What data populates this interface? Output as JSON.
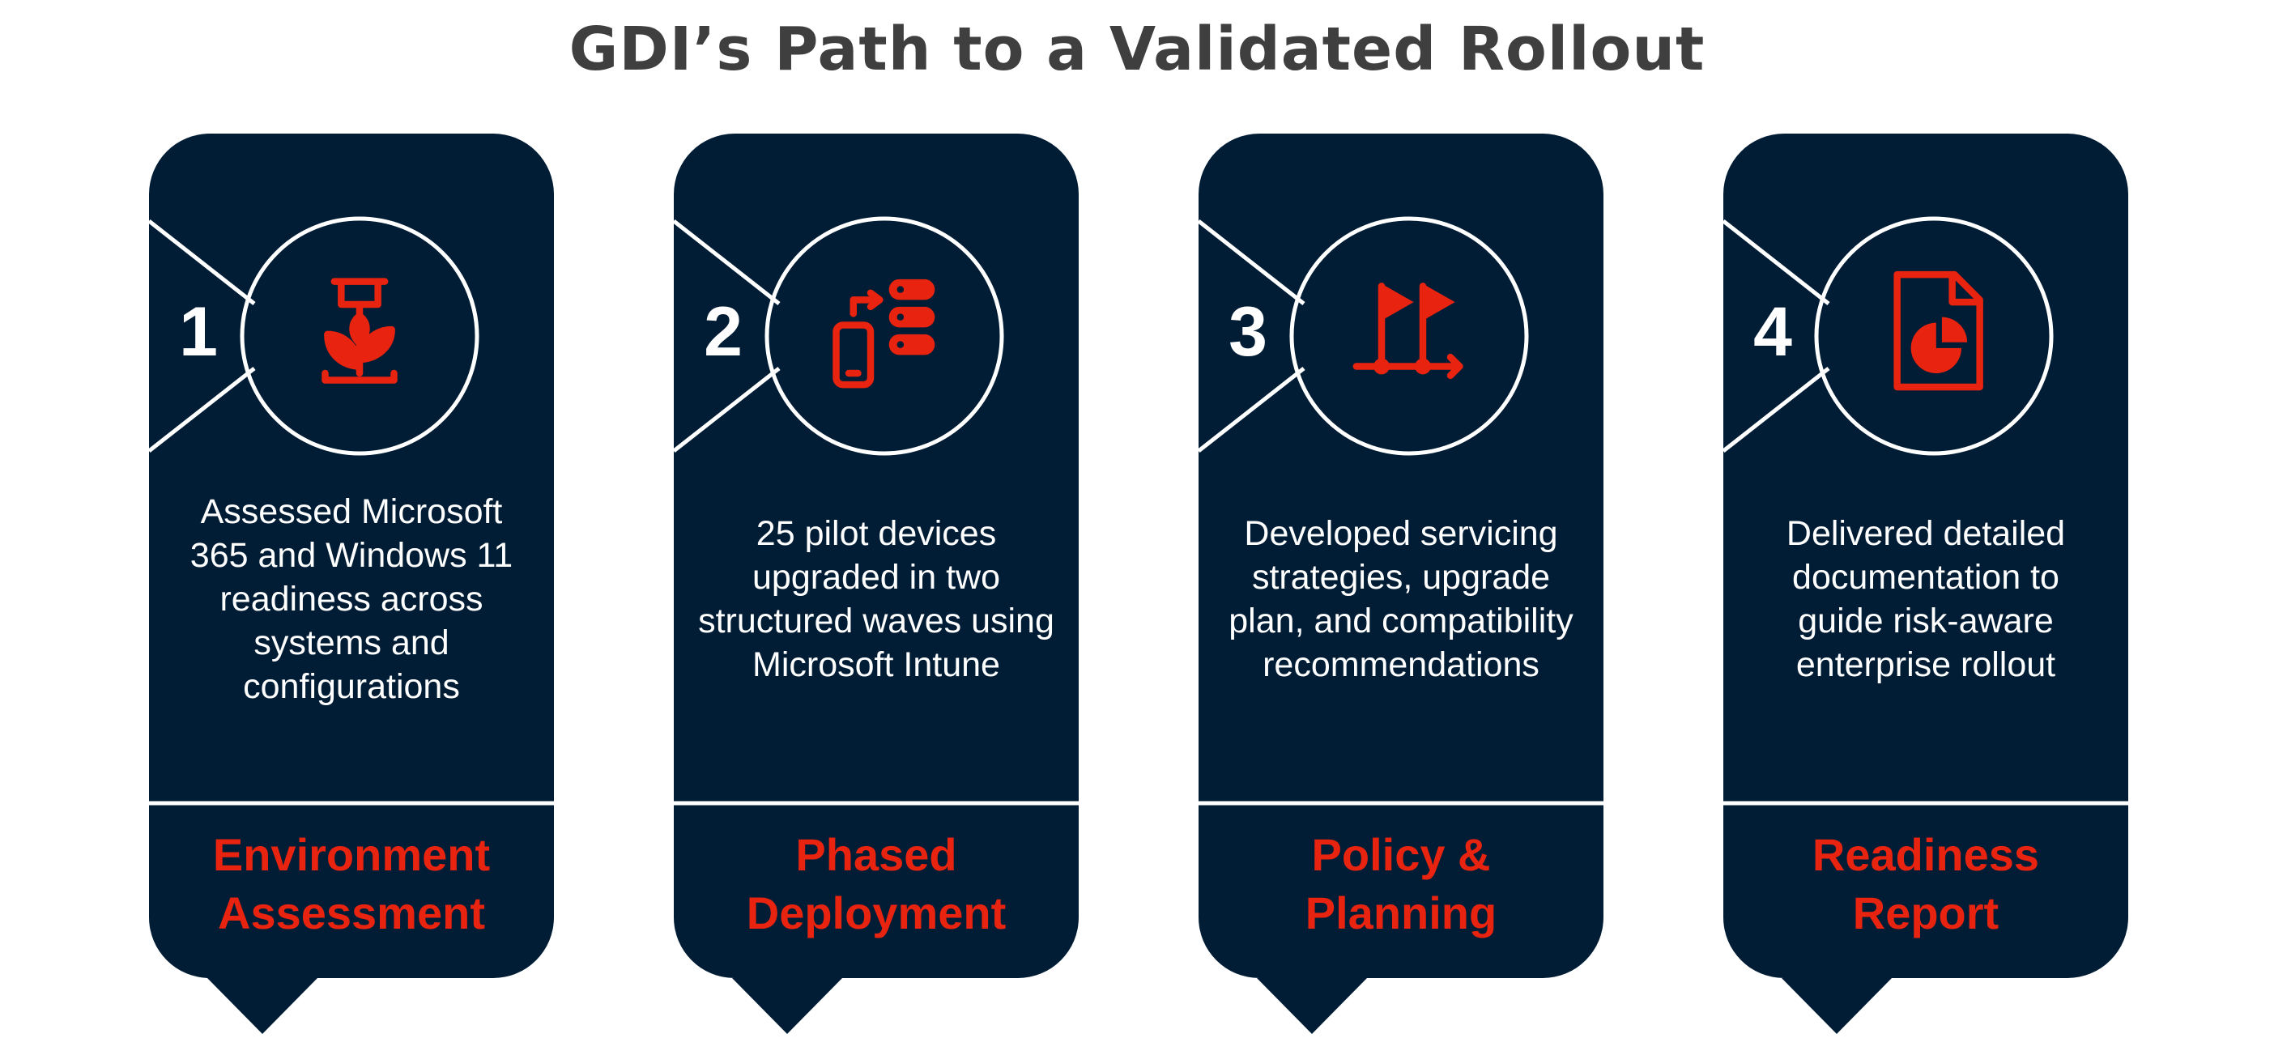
{
  "title": "GDI’s Path to a Validated Rollout",
  "colors": {
    "card_background": "#011d35",
    "accent_red": "#e8230f",
    "title_gray": "#3f3f3f",
    "line_white": "#ffffff"
  },
  "steps": [
    {
      "number": "1",
      "icon": "plant-under-pipeline-icon",
      "description": "Assessed Microsoft 365 and Windows 11 readiness across systems and configurations",
      "title_line1": "Environment",
      "title_line2": "Assessment"
    },
    {
      "number": "2",
      "icon": "device-update-server-icon",
      "description": "25 pilot devices upgraded in two structured waves using Microsoft Intune",
      "title_line1": "Phased",
      "title_line2": "Deployment"
    },
    {
      "number": "3",
      "icon": "milestone-flags-icon",
      "description": "Developed servicing strategies, upgrade plan, and compatibility recommendations",
      "title_line1": "Policy &",
      "title_line2": "Planning"
    },
    {
      "number": "4",
      "icon": "report-pie-document-icon",
      "description": "Delivered detailed documentation to guide risk-aware enterprise rollout",
      "title_line1": "Readiness",
      "title_line2": "Report"
    }
  ]
}
